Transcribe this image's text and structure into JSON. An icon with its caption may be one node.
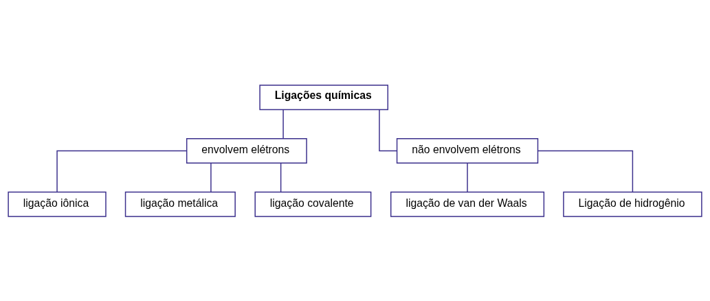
{
  "diagram": {
    "nodes": [
      {
        "text": [
          "Ligações químicas"
        ]
      },
      {
        "text": [
          "envolvem elétrons"
        ]
      },
      {
        "text": [
          "não envolvem elétrons"
        ]
      },
      {
        "text": [
          "ligação iônica"
        ]
      },
      {
        "text": [
          "ligação metálica"
        ]
      },
      {
        "text": [
          "ligação covalente"
        ]
      },
      {
        "text": [
          "ligação de van der Waals"
        ]
      },
      {
        "text": [
          "Ligação de hidrogênio"
        ]
      }
    ],
    "edges": [
      {
        "from": 0,
        "to": 1,
        "arrow": "none"
      },
      {
        "from": 0,
        "to": 2,
        "arrow": "none"
      },
      {
        "from": 1,
        "to": 3,
        "arrow": "none"
      },
      {
        "from": 1,
        "to": 4,
        "arrow": "none"
      },
      {
        "from": 1,
        "to": 5,
        "arrow": "none"
      },
      {
        "from": 2,
        "to": 6,
        "arrow": "none"
      },
      {
        "from": 2,
        "to": 7,
        "arrow": "none"
      }
    ]
  }
}
